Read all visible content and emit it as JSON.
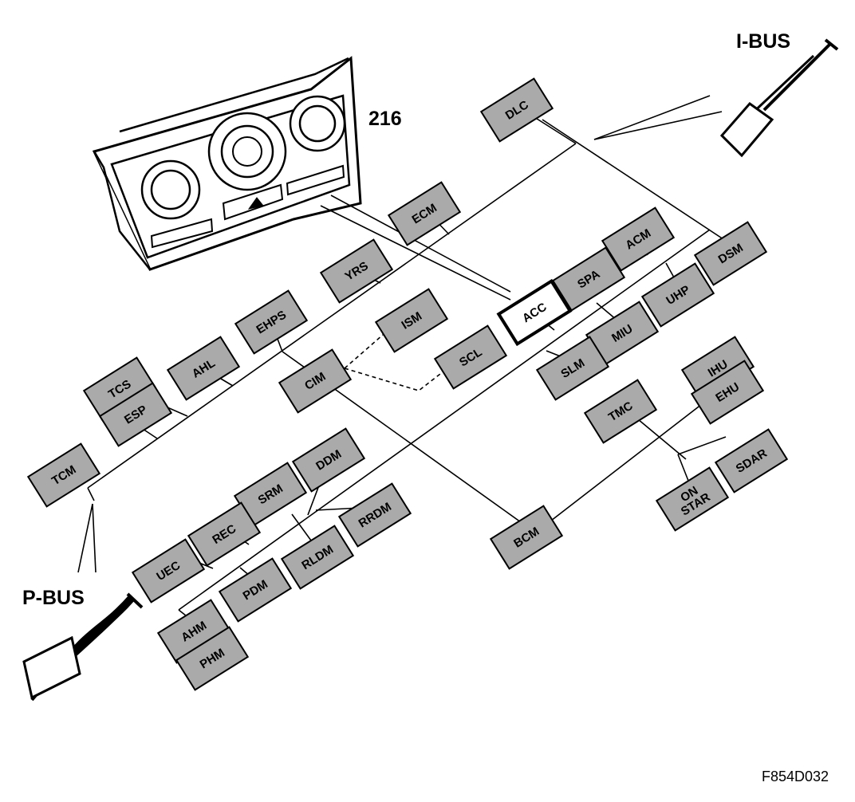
{
  "callouts": {
    "ibus": "I-BUS",
    "pbus": "P-BUS",
    "part_number": "216"
  },
  "figure_id": "F854D032",
  "modules": [
    {
      "id": "DLC",
      "label": "DLC"
    },
    {
      "id": "ECM",
      "label": "ECM"
    },
    {
      "id": "YRS",
      "label": "YRS"
    },
    {
      "id": "EHPS",
      "label": "EHPS"
    },
    {
      "id": "AHL",
      "label": "AHL"
    },
    {
      "id": "TCS",
      "label": "TCS"
    },
    {
      "id": "ESP",
      "label": "ESP"
    },
    {
      "id": "TCM",
      "label": "TCM"
    },
    {
      "id": "ISM",
      "label": "ISM"
    },
    {
      "id": "CIM",
      "label": "CIM"
    },
    {
      "id": "SCL",
      "label": "SCL"
    },
    {
      "id": "ACC",
      "label": "ACC",
      "highlighted": true
    },
    {
      "id": "SPA",
      "label": "SPA"
    },
    {
      "id": "ACM",
      "label": "ACM"
    },
    {
      "id": "DSM",
      "label": "DSM"
    },
    {
      "id": "UHP",
      "label": "UHP"
    },
    {
      "id": "MIU",
      "label": "MIU"
    },
    {
      "id": "SLM",
      "label": "SLM"
    },
    {
      "id": "IHU",
      "label": "IHU"
    },
    {
      "id": "EHU",
      "label": "EHU"
    },
    {
      "id": "TMC",
      "label": "TMC"
    },
    {
      "id": "SDAR",
      "label": "SDAR"
    },
    {
      "id": "ONSTAR",
      "label": "ON STAR"
    },
    {
      "id": "BCM",
      "label": "BCM"
    },
    {
      "id": "DDM",
      "label": "DDM"
    },
    {
      "id": "SRM",
      "label": "SRM"
    },
    {
      "id": "RRDM",
      "label": "RRDM"
    },
    {
      "id": "REC",
      "label": "REC"
    },
    {
      "id": "RLDM",
      "label": "RLDM"
    },
    {
      "id": "UEC",
      "label": "UEC"
    },
    {
      "id": "PDM",
      "label": "PDM"
    },
    {
      "id": "AHM",
      "label": "AHM"
    },
    {
      "id": "PHM",
      "label": "PHM"
    }
  ]
}
